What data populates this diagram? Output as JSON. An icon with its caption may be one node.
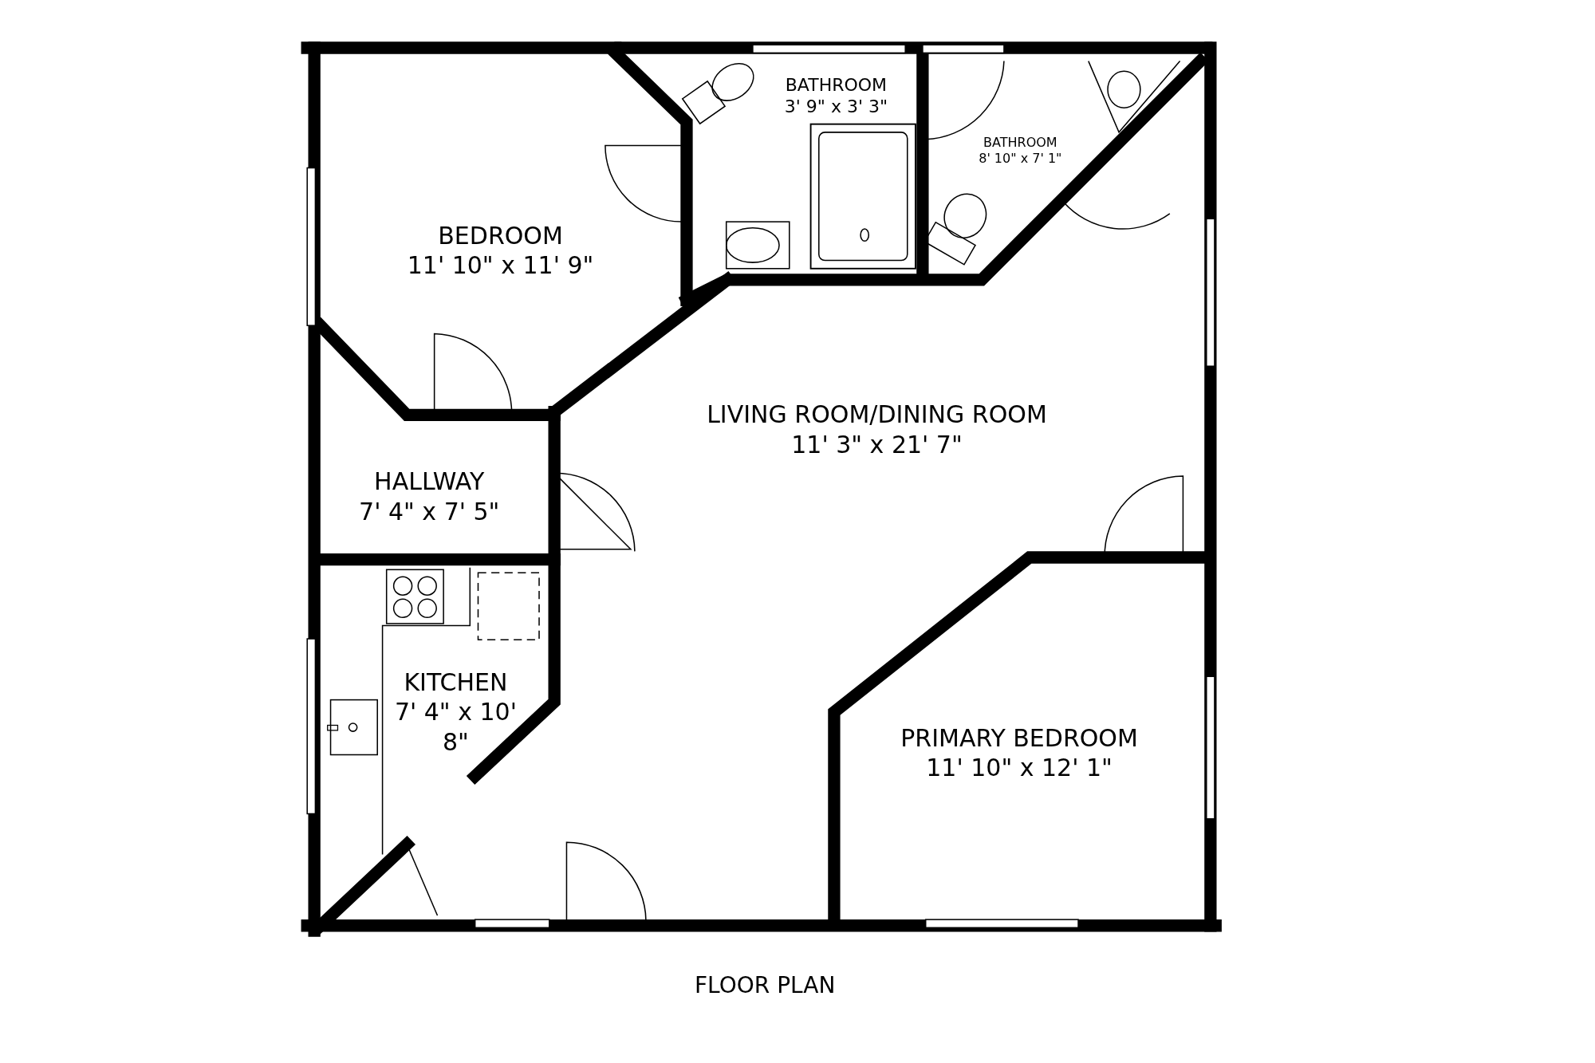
{
  "diagram": {
    "caption": "FLOOR PLAN",
    "nodes": [
      {
        "text": [
          "BEDROOM",
          "11' 10\" x 11' 9\""
        ]
      },
      {
        "text": [
          "BATHROOM",
          "3' 9\" x 3' 3\""
        ]
      },
      {
        "text": [
          "BATHROOM",
          "8' 10\" x 7' 1\""
        ]
      },
      {
        "text": [
          "LIVING ROOM/DINING ROOM",
          "11' 3\" x 21' 7\""
        ]
      },
      {
        "text": [
          "HALLWAY",
          "7' 4\" x 7' 5\""
        ]
      },
      {
        "text": [
          "KITCHEN",
          "7' 4\" x 10' 8\""
        ]
      },
      {
        "text": [
          "PRIMARY BEDROOM",
          "11' 10\" x 12' 1\""
        ]
      }
    ]
  }
}
